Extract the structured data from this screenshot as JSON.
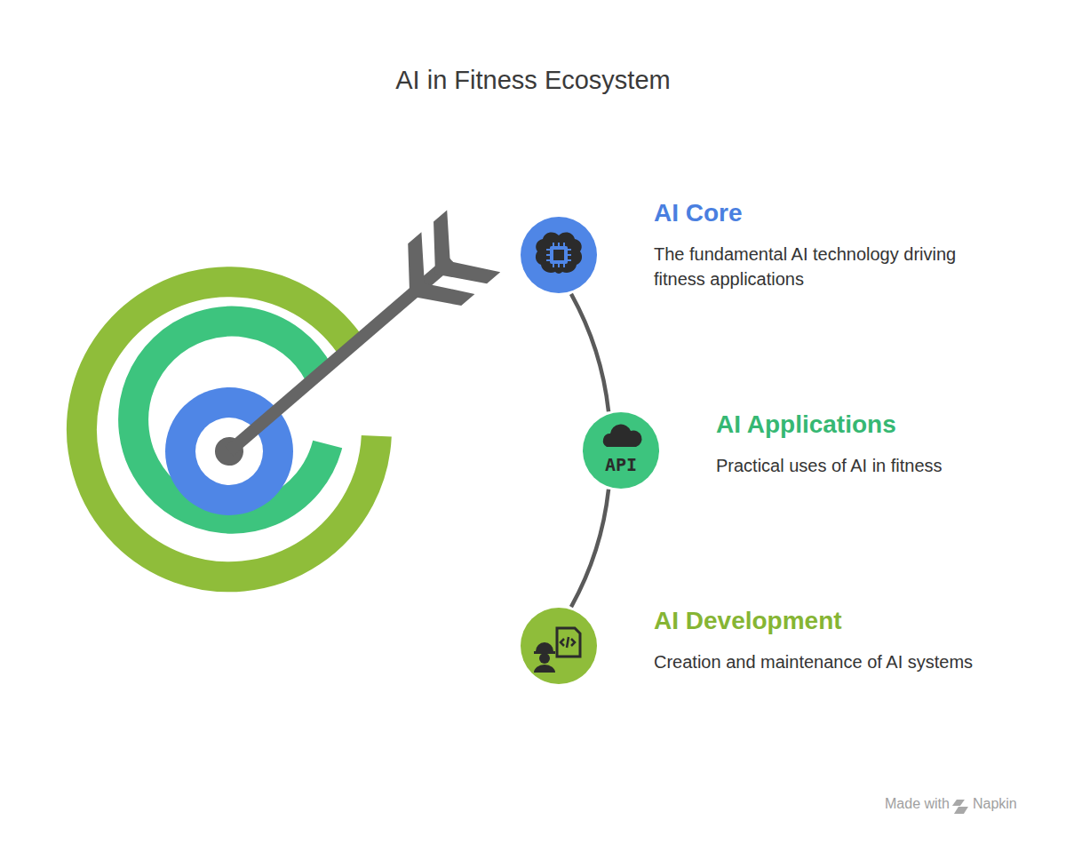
{
  "diagram": {
    "title": "AI in Fitness Ecosystem",
    "nodes": [
      {
        "text": [
          "AI Core",
          "The fundamental AI technology driving fitness applications"
        ]
      },
      {
        "text": [
          "AI Applications",
          "Practical uses of AI in fitness"
        ]
      },
      {
        "text": [
          "AI Development",
          "Creation and maintenance of AI systems"
        ]
      }
    ],
    "edges": [
      {
        "from": 0,
        "to": 1,
        "arrow": "none"
      },
      {
        "from": 1,
        "to": 2,
        "arrow": "none"
      }
    ],
    "labels": [
      "API",
      "Made with",
      "Napkin"
    ]
  }
}
